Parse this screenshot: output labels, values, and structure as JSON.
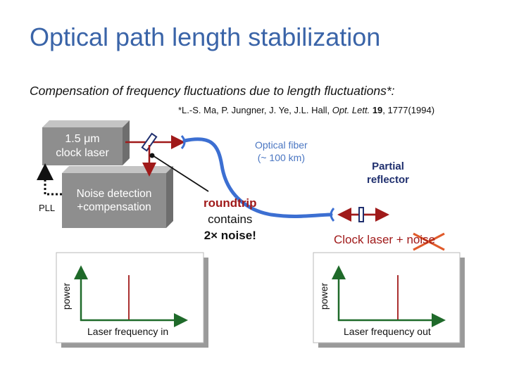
{
  "title": "Optical path length stabilization",
  "subtitle": "Compensation of frequency fluctuations due to length fluctuations*:",
  "citation": {
    "prefix": "*L.-S. Ma, P. Jungner, J. Ye, J.L. Hall, ",
    "journal": "Opt. Lett.",
    "volume": "19",
    "suffix": ", 1777(1994)"
  },
  "laser_box": {
    "line1": "1.5 μm",
    "line2": "clock laser"
  },
  "noise_box": {
    "line1": "Noise detection",
    "line2": "+compensation"
  },
  "pll_label": "PLL",
  "fiber_label": {
    "line1": "Optical fiber",
    "line2": "(~ 100 km)"
  },
  "reflector_label": {
    "line1": "Partial",
    "line2": "reflector"
  },
  "roundtrip": {
    "line1": "roundtrip",
    "line2": "contains",
    "line3": "2× noise!"
  },
  "clock_out": {
    "prefix": "Clock laser + ",
    "struck": "noise"
  },
  "panel_in": {
    "ylabel": "power",
    "xlabel": "Laser frequency in"
  },
  "panel_out": {
    "ylabel": "power",
    "xlabel": "Laser frequency out"
  },
  "colors": {
    "title": "#3a64a8",
    "fiber": "#3c6fd2",
    "beam": "#a01a1a",
    "axis": "#1f6a2a",
    "box": "#8e8e8e",
    "cross": "#e05a2a",
    "reflector_text": "#1f2f6e"
  }
}
